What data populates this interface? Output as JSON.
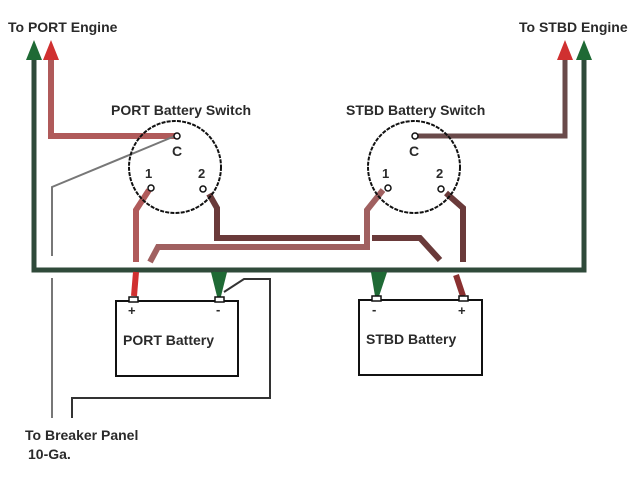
{
  "labels": {
    "port_engine": "To PORT Engine",
    "stbd_engine": "To STBD Engine",
    "port_switch": "PORT Battery Switch",
    "stbd_switch": "STBD Battery Switch",
    "port_battery": "PORT Battery",
    "stbd_battery": "STBD Battery",
    "breaker_panel": "To Breaker Panel",
    "gauge": "10-Ga."
  },
  "switch_terminals": {
    "common": "C",
    "one": "1",
    "two": "2"
  },
  "polarity": {
    "positive": "+",
    "negative": "-"
  },
  "colors": {
    "negative_wire": "#2f4a3a",
    "positive_wire_port": "#b05a5a",
    "positive_wire_dark": "#6a3a3a",
    "arrow_red": "#d03030",
    "arrow_green": "#1f6a35",
    "outline": "#1a1a1a"
  }
}
